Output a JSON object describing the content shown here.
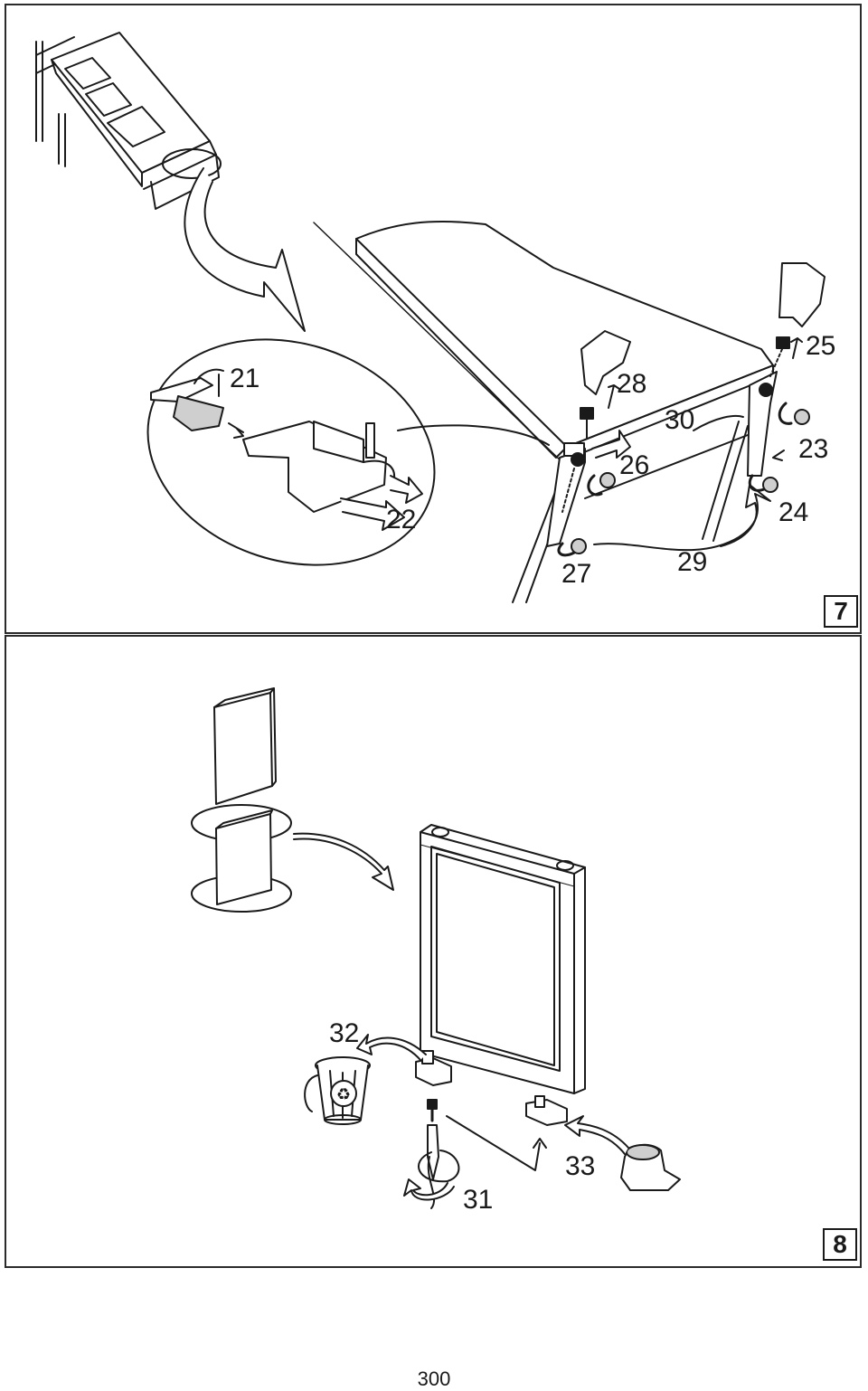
{
  "panels": [
    {
      "step": "7",
      "callouts": {
        "c21": "21",
        "c22": "22",
        "c23": "23",
        "c24": "24",
        "c25": "25",
        "c26": "26",
        "c27": "27",
        "c28": "28",
        "c29": "29",
        "c30": "30"
      }
    },
    {
      "step": "8",
      "callouts": {
        "c31": "31",
        "c32": "32",
        "c33": "33"
      }
    }
  ],
  "page_number": "300",
  "colors": {
    "line": "#1a1a1a",
    "fill": "#ffffff",
    "shade": "#cfcfcf",
    "frame": "#2b2b2b"
  }
}
